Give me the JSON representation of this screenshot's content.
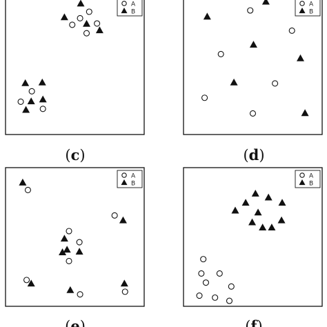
{
  "legend": {
    "series_a_label": "A",
    "series_b_label": "B"
  },
  "panels": [
    {
      "id": "c",
      "caption_open": "(",
      "caption_letter": "c",
      "caption_close": ")",
      "show_legend": true,
      "points": [
        {
          "series": "B",
          "x": 0.545,
          "y": 0.97
        },
        {
          "series": "A",
          "x": 0.61,
          "y": 0.91
        },
        {
          "series": "B",
          "x": 0.42,
          "y": 0.865
        },
        {
          "series": "A",
          "x": 0.54,
          "y": 0.86
        },
        {
          "series": "A",
          "x": 0.48,
          "y": 0.81
        },
        {
          "series": "B",
          "x": 0.59,
          "y": 0.815
        },
        {
          "series": "A",
          "x": 0.67,
          "y": 0.82
        },
        {
          "series": "B",
          "x": 0.69,
          "y": 0.765
        },
        {
          "series": "A",
          "x": 0.59,
          "y": 0.745
        },
        {
          "series": "B",
          "x": 0.12,
          "y": 0.36
        },
        {
          "series": "B",
          "x": 0.25,
          "y": 0.365
        },
        {
          "series": "A",
          "x": 0.17,
          "y": 0.3
        },
        {
          "series": "A",
          "x": 0.085,
          "y": 0.22
        },
        {
          "series": "B",
          "x": 0.165,
          "y": 0.22
        },
        {
          "series": "B",
          "x": 0.255,
          "y": 0.235
        },
        {
          "series": "B",
          "x": 0.125,
          "y": 0.155
        },
        {
          "series": "A",
          "x": 0.255,
          "y": 0.165
        }
      ]
    },
    {
      "id": "d",
      "caption_open": "(",
      "caption_letter": "d",
      "caption_close": ")",
      "show_legend": true,
      "points": [
        {
          "series": "B",
          "x": 0.6,
          "y": 0.985
        },
        {
          "series": "A",
          "x": 0.48,
          "y": 0.92
        },
        {
          "series": "B",
          "x": 0.15,
          "y": 0.87
        },
        {
          "series": "A",
          "x": 0.8,
          "y": 0.765
        },
        {
          "series": "B",
          "x": 0.505,
          "y": 0.655
        },
        {
          "series": "A",
          "x": 0.255,
          "y": 0.585
        },
        {
          "series": "B",
          "x": 0.865,
          "y": 0.55
        },
        {
          "series": "B",
          "x": 0.355,
          "y": 0.365
        },
        {
          "series": "A",
          "x": 0.67,
          "y": 0.36
        },
        {
          "series": "A",
          "x": 0.13,
          "y": 0.25
        },
        {
          "series": "A",
          "x": 0.5,
          "y": 0.13
        },
        {
          "series": "B",
          "x": 0.9,
          "y": 0.13
        }
      ]
    },
    {
      "id": "e",
      "caption_open": "(",
      "caption_letter": "e",
      "caption_close": ")",
      "show_legend": true,
      "points": [
        {
          "series": "B",
          "x": 0.1,
          "y": 0.915
        },
        {
          "series": "A",
          "x": 0.14,
          "y": 0.86
        },
        {
          "series": "A",
          "x": 0.805,
          "y": 0.665
        },
        {
          "series": "B",
          "x": 0.87,
          "y": 0.625
        },
        {
          "series": "A",
          "x": 0.455,
          "y": 0.545
        },
        {
          "series": "B",
          "x": 0.42,
          "y": 0.485
        },
        {
          "series": "A",
          "x": 0.535,
          "y": 0.46
        },
        {
          "series": "B",
          "x": 0.44,
          "y": 0.4
        },
        {
          "series": "B",
          "x": 0.535,
          "y": 0.385
        },
        {
          "series": "B",
          "x": 0.405,
          "y": 0.38
        },
        {
          "series": "A",
          "x": 0.455,
          "y": 0.315
        },
        {
          "series": "A",
          "x": 0.13,
          "y": 0.17
        },
        {
          "series": "B",
          "x": 0.165,
          "y": 0.14
        },
        {
          "series": "B",
          "x": 0.88,
          "y": 0.14
        },
        {
          "series": "B",
          "x": 0.465,
          "y": 0.09
        },
        {
          "series": "A",
          "x": 0.54,
          "y": 0.06
        },
        {
          "series": "A",
          "x": 0.885,
          "y": 0.08
        }
      ]
    },
    {
      "id": "f",
      "caption_open": "(",
      "caption_letter": "f",
      "caption_close": ")",
      "show_legend": true,
      "points": [
        {
          "series": "B",
          "x": 0.52,
          "y": 0.83
        },
        {
          "series": "B",
          "x": 0.62,
          "y": 0.8
        },
        {
          "series": "B",
          "x": 0.445,
          "y": 0.76
        },
        {
          "series": "B",
          "x": 0.725,
          "y": 0.76
        },
        {
          "series": "B",
          "x": 0.365,
          "y": 0.7
        },
        {
          "series": "B",
          "x": 0.54,
          "y": 0.685
        },
        {
          "series": "B",
          "x": 0.495,
          "y": 0.61
        },
        {
          "series": "B",
          "x": 0.72,
          "y": 0.625
        },
        {
          "series": "B",
          "x": 0.575,
          "y": 0.57
        },
        {
          "series": "B",
          "x": 0.645,
          "y": 0.57
        },
        {
          "series": "A",
          "x": 0.12,
          "y": 0.33
        },
        {
          "series": "A",
          "x": 0.105,
          "y": 0.22
        },
        {
          "series": "A",
          "x": 0.245,
          "y": 0.22
        },
        {
          "series": "A",
          "x": 0.14,
          "y": 0.15
        },
        {
          "series": "A",
          "x": 0.335,
          "y": 0.12
        },
        {
          "series": "A",
          "x": 0.09,
          "y": 0.05
        },
        {
          "series": "A",
          "x": 0.21,
          "y": 0.035
        },
        {
          "series": "A",
          "x": 0.32,
          "y": 0.01
        }
      ]
    }
  ],
  "colors": {
    "ink": "#111111",
    "background": "#ffffff"
  }
}
